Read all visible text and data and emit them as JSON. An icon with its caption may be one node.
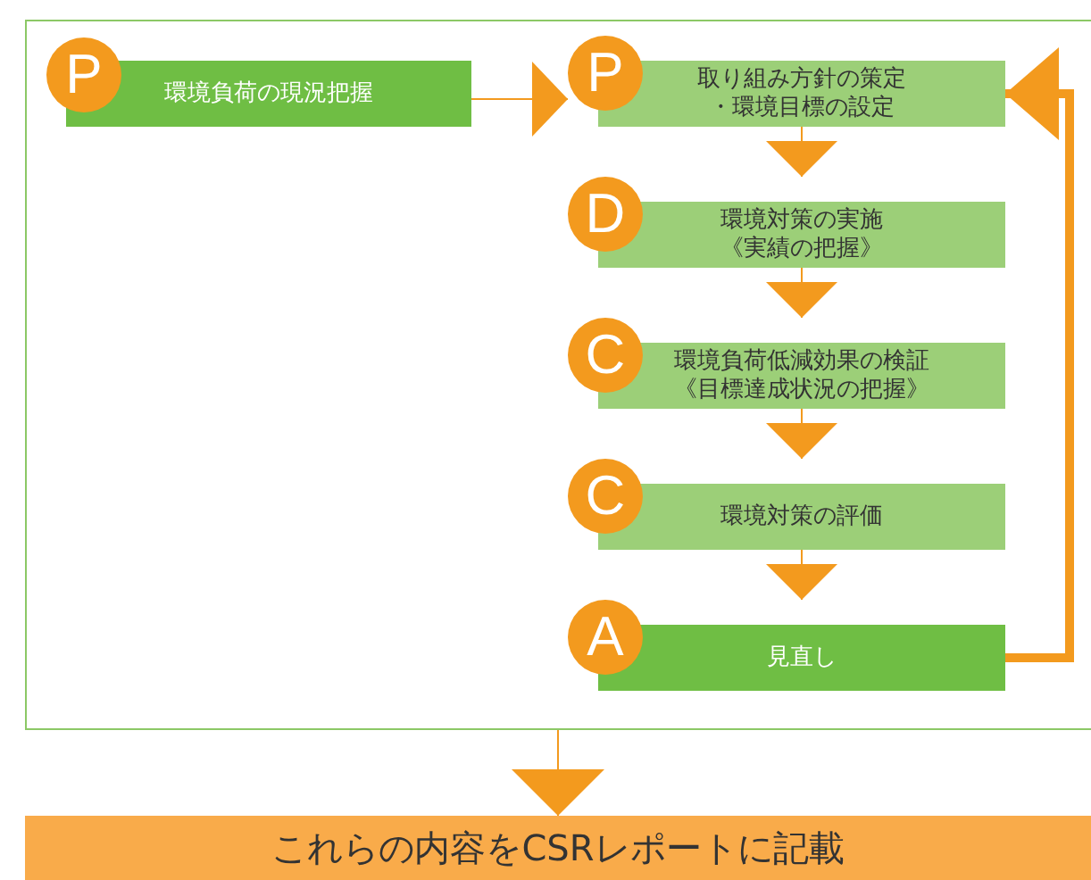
{
  "diagram": {
    "nodes": [
      {
        "text": [],
        "shape": "box"
      },
      {
        "text": [
          "P",
          "環境負荷の現況把握"
        ],
        "in": 0
      },
      {
        "text": [
          "P",
          "取り組み方針の策定・環境目標の設定"
        ],
        "in": 0
      },
      {
        "text": [
          "D",
          "環境対策の実施《実績の把握》"
        ],
        "in": 0
      },
      {
        "text": [
          "C",
          "環境負荷低減効果の検証《目標達成状況の把握》"
        ],
        "in": 0
      },
      {
        "text": [
          "C",
          "環境対策の評価"
        ],
        "in": 0
      },
      {
        "text": [
          "A",
          "見直し"
        ],
        "in": 0
      },
      {
        "text": [
          "これらの内容をCSRレポートに記載"
        ]
      }
    ],
    "edges": [
      {
        "from": 1,
        "to": 2,
        "arrow": "to"
      },
      {
        "from": 2,
        "to": 3,
        "arrow": "to"
      },
      {
        "from": 3,
        "to": 4,
        "arrow": "to"
      },
      {
        "from": 4,
        "to": 5,
        "arrow": "to"
      },
      {
        "from": 5,
        "to": 6,
        "arrow": "to"
      },
      {
        "from": 6,
        "to": 2,
        "arrow": "to",
        "style": "thick"
      },
      {
        "from": 0,
        "to": 7,
        "arrow": "to"
      }
    ]
  }
}
